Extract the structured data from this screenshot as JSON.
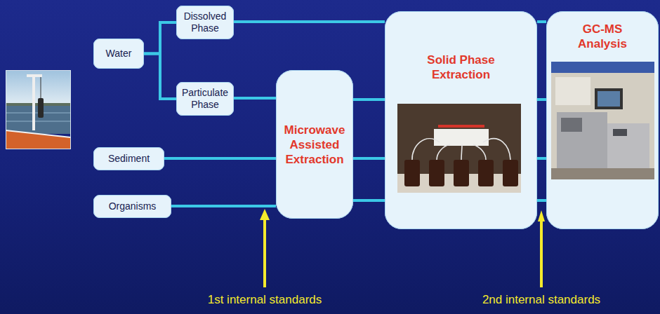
{
  "diagram": {
    "nodes": [
      {
        "text": [
          "Water"
        ]
      },
      {
        "text": [
          "Dissolved Phase"
        ]
      },
      {
        "text": [
          "Particulate Phase"
        ]
      },
      {
        "text": [
          "Sediment"
        ]
      },
      {
        "text": [
          "Organisms"
        ]
      },
      {
        "text": [
          "Microwave Assisted Extraction"
        ]
      },
      {
        "text": [
          "Solid Phase Extraction"
        ]
      },
      {
        "text": [
          "GC-MS Analysis"
        ]
      }
    ],
    "edges": [
      {
        "from": 0,
        "to": 1,
        "arrow": "none"
      },
      {
        "from": 0,
        "to": 2,
        "arrow": "none"
      },
      {
        "from": 1,
        "to": 6,
        "arrow": "none"
      },
      {
        "from": 2,
        "to": 5,
        "arrow": "none"
      },
      {
        "from": 3,
        "to": 5,
        "arrow": "none"
      },
      {
        "from": 4,
        "to": 5,
        "arrow": "none"
      },
      {
        "from": 5,
        "to": 6,
        "arrow": "none"
      },
      {
        "from": 5,
        "to": 6,
        "arrow": "none"
      },
      {
        "from": 5,
        "to": 6,
        "arrow": "none"
      },
      {
        "from": 6,
        "to": 7,
        "arrow": "none"
      },
      {
        "from": 6,
        "to": 7,
        "arrow": "none"
      },
      {
        "from": 6,
        "to": 7,
        "arrow": "none"
      },
      {
        "from": 6,
        "to": 7,
        "arrow": "none"
      }
    ],
    "labels": [
      "1st internal standards",
      "2nd internal standards"
    ]
  }
}
